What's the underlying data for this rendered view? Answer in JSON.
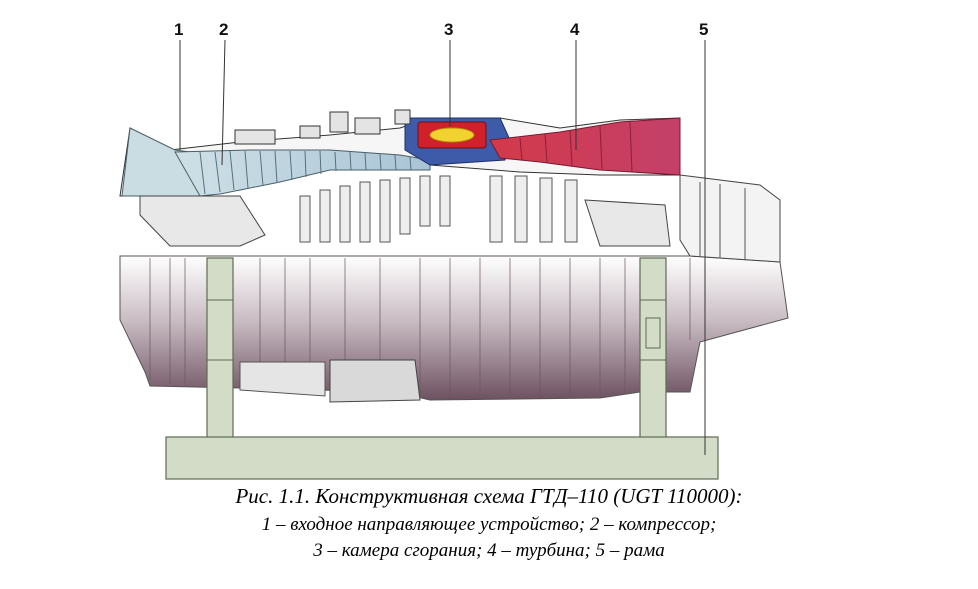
{
  "callouts": [
    "1",
    "2",
    "3",
    "4",
    "5"
  ],
  "caption": {
    "title": "Рис. 1.1. Конструктивная схема ГТД–110 (UGT 110000):",
    "line1": "1 – входное направляющее устройство; 2 – компрессор;",
    "line2": "3 – камера сгорания; 4 – турбина; 5 – рама"
  },
  "colors": {
    "inlet": "#c9dde3",
    "compressor": "#b9cfdc",
    "combustor_blue": "#3d5ba8",
    "flame_red": "#d0202a",
    "flame_core": "#f2d22e",
    "turbine": "#c7385a",
    "exhaust_fill": "#f3f3f3",
    "rotor_dark": "#7e6370",
    "frame": "#d3dcc6",
    "frame_stroke": "#5d6a52"
  }
}
